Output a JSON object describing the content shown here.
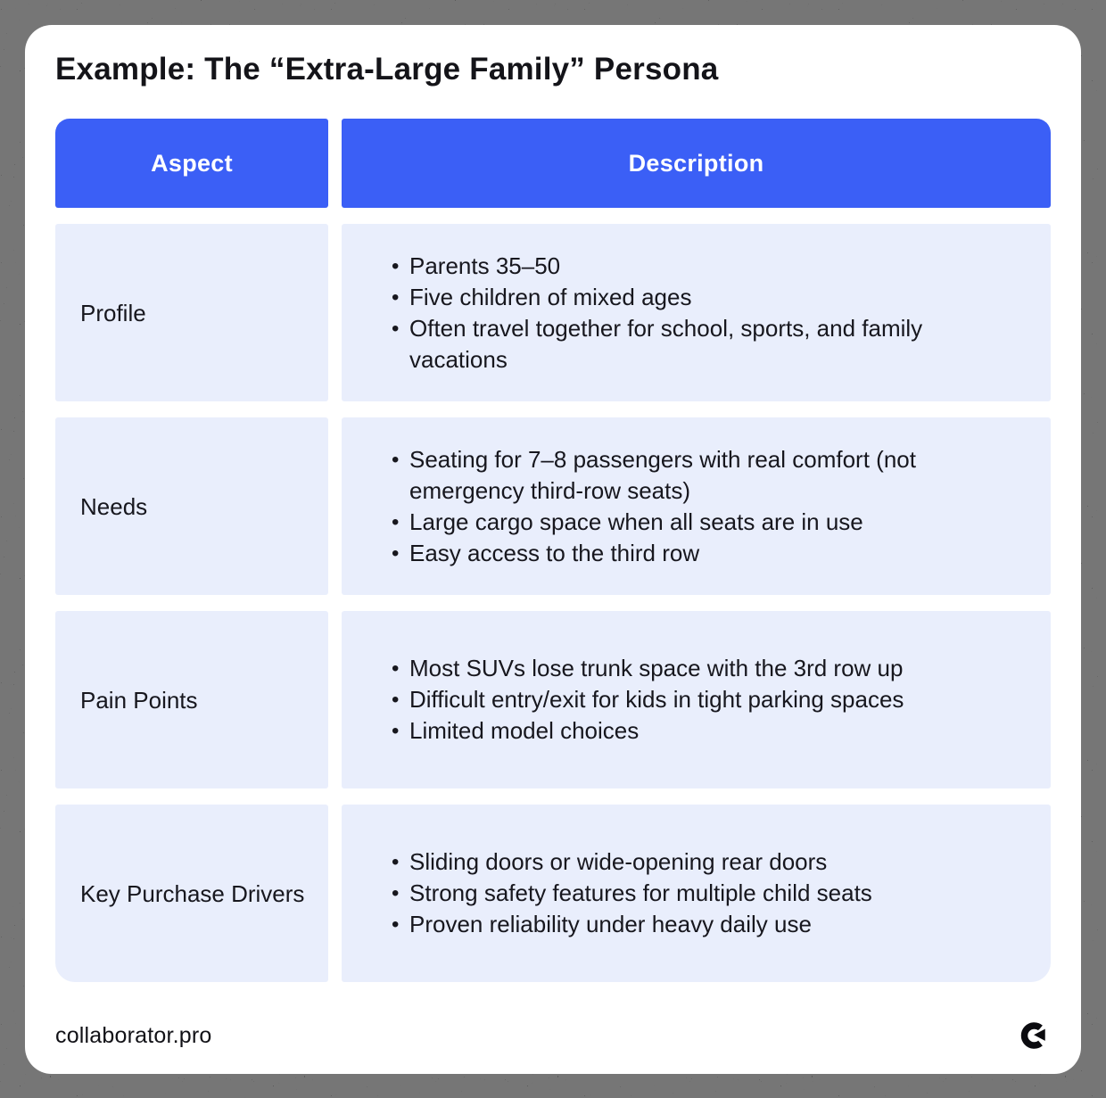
{
  "page": {
    "title": "Example: The “Extra-Large Family” Persona"
  },
  "table": {
    "headers": [
      "Aspect",
      "Description"
    ],
    "rows": [
      {
        "aspect": "Profile",
        "bullets": [
          "Parents 35–50",
          "Five children of mixed ages",
          "Often travel together for school, sports, and family vacations"
        ]
      },
      {
        "aspect": "Needs",
        "bullets": [
          "Seating for 7–8 passengers with real comfort (not emergency third-row seats)",
          "Large cargo space when all seats are in use",
          "Easy access to the third row"
        ]
      },
      {
        "aspect": "Pain Points",
        "bullets": [
          "Most SUVs lose trunk space with the 3rd row up",
          "Difficult entry/exit for kids in tight parking spaces",
          "Limited model choices"
        ]
      },
      {
        "aspect": "Key Purchase Drivers",
        "bullets": [
          "Sliding doors or wide-opening rear doors",
          "Strong safety features for multiple child seats",
          "Proven reliability under heavy daily use"
        ]
      }
    ]
  },
  "footer": {
    "site": "collaborator.pro",
    "logo_icon": "circular-arrow-logo"
  },
  "colors": {
    "accent": "#3B5FF6",
    "row_background": "#E9EEFC",
    "header_text": "#FFFFFF",
    "body_text": "#17171E",
    "frame": "#050505",
    "card": "#FFFFFF"
  }
}
